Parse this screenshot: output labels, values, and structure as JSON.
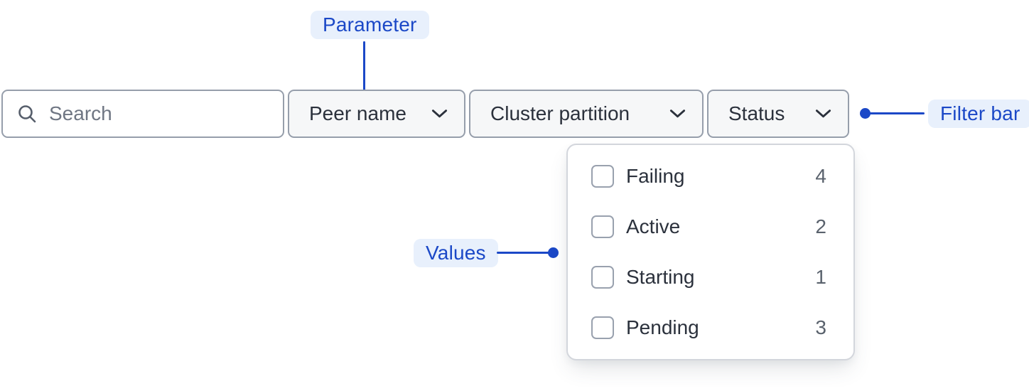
{
  "colors": {
    "accent_blue": "#1B48C7",
    "badge_bg": "#E8F0FC",
    "bar_border": "#969EAB",
    "segment_bg": "#F6F7F8",
    "panel_border": "#D3D6DC",
    "checkbox_border": "#99A1AE",
    "label_dark": "#2B313C",
    "placeholder_gray": "#6F7683",
    "count_gray": "#5A626D",
    "icon_gray": "#565E6B"
  },
  "annotations": {
    "parameter_label": "Parameter",
    "filter_bar_label": "Filter bar",
    "values_label": "Values"
  },
  "filter_bar": {
    "search": {
      "placeholder": "Search",
      "value": ""
    },
    "dropdowns": [
      {
        "label": "Peer name"
      },
      {
        "label": "Cluster partition"
      },
      {
        "label": "Status"
      }
    ]
  },
  "status_dropdown": {
    "options": [
      {
        "label": "Failing",
        "count": "4",
        "checked": false
      },
      {
        "label": "Active",
        "count": "2",
        "checked": false
      },
      {
        "label": "Starting",
        "count": "1",
        "checked": false
      },
      {
        "label": "Pending",
        "count": "3",
        "checked": false
      }
    ]
  }
}
